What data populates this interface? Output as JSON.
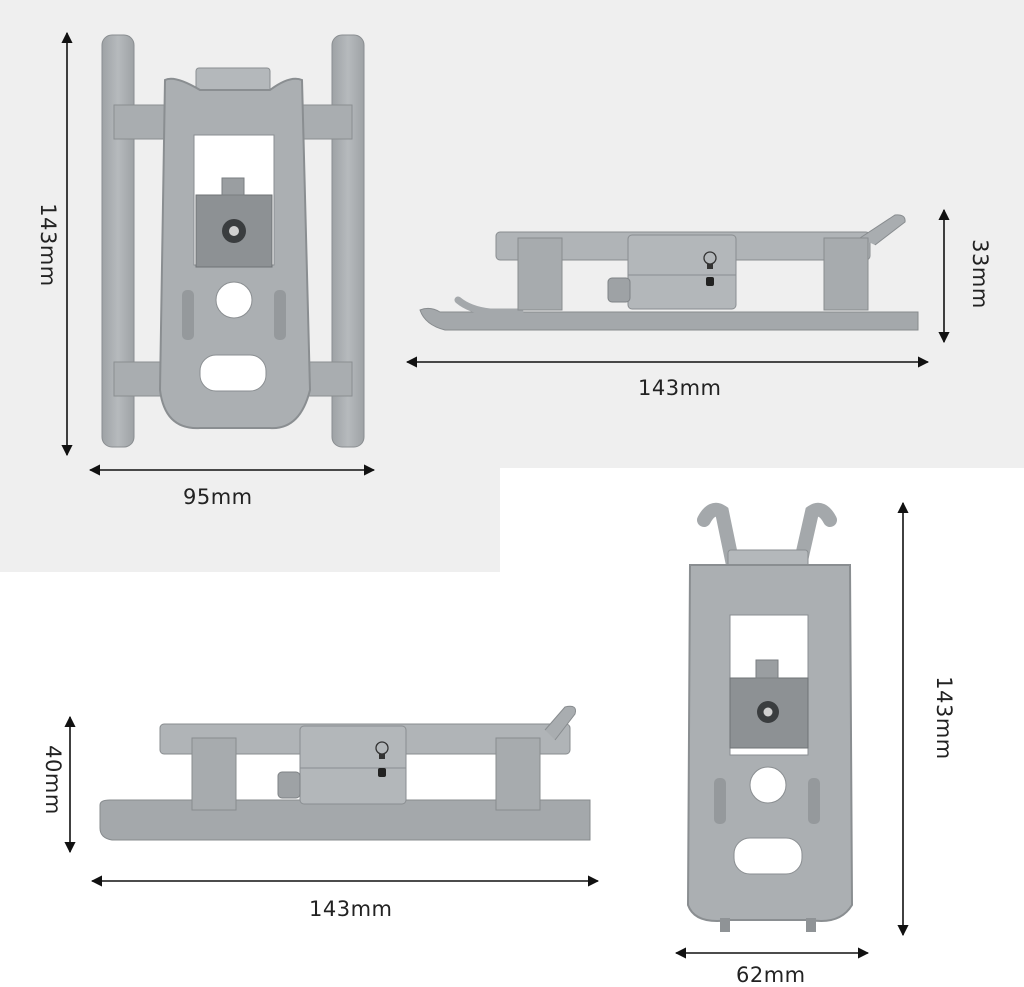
{
  "dimensions": {
    "top_view_height": "143mm",
    "top_view_width": "95mm",
    "side_view_top_length": "143mm",
    "side_view_top_height": "33mm",
    "side_view_bottom_length": "143mm",
    "side_view_bottom_height": "40mm",
    "folded_view_height": "143mm",
    "folded_view_width": "62mm"
  },
  "colors": {
    "background_panel": "#efefef",
    "product_gray": "#a8acaf",
    "product_shade": "#8f9396",
    "arrow": "#111111"
  },
  "icons": {
    "light_bulb": "light-bulb-icon"
  }
}
